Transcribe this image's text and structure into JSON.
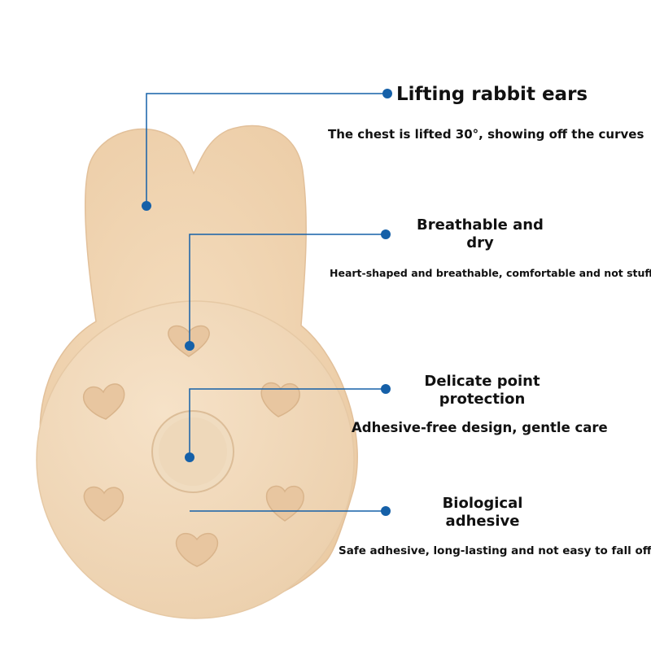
{
  "colors": {
    "accent": "#1560a8",
    "product_fill": "#f1d6b6",
    "product_shadow": "#e5c49e",
    "text": "#111111"
  },
  "callouts": [
    {
      "title": "Lifting rabbit ears",
      "description": "The chest is lifted 30°, showing off the curves"
    },
    {
      "title": "Breathable and dry",
      "description": "Heart-shaped and breathable, comfortable and not stuffy"
    },
    {
      "title": "Delicate point protection",
      "description": "Adhesive-free design, gentle care"
    },
    {
      "title": "Biological adhesive",
      "description": "Safe adhesive, long-lasting and not easy to fall off"
    }
  ]
}
